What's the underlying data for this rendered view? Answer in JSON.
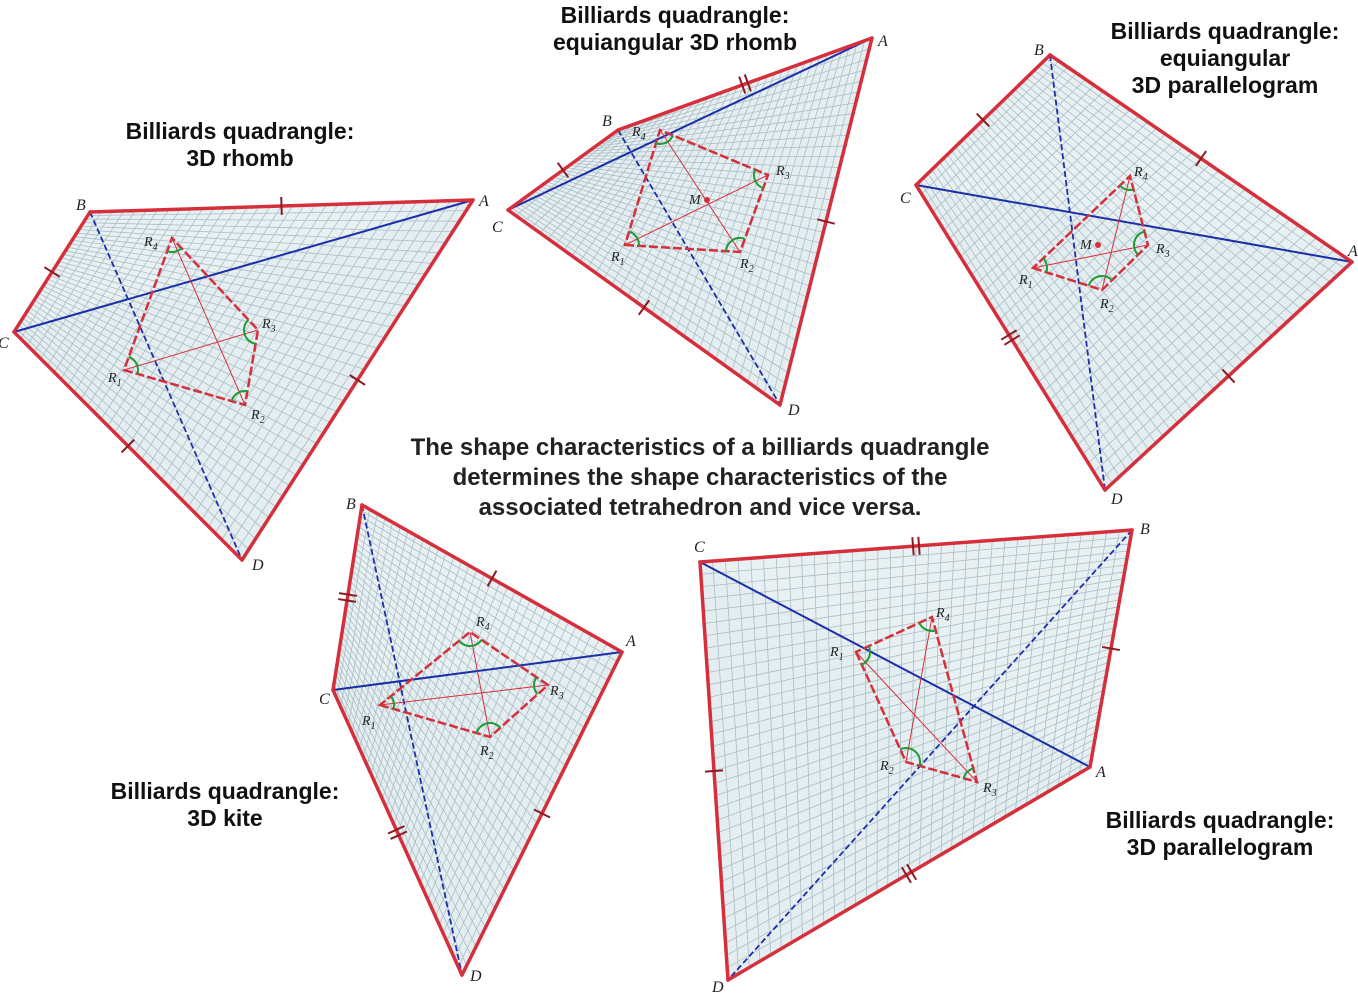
{
  "center_text": [
    "The shape characteristics of a billiards quadrangle",
    "determines the shape characteristics of the",
    "associated tetrahedron and vice versa."
  ],
  "colors": {
    "edge": "#d62f3c",
    "diagonal": "#1c2fa8",
    "mesh": "#9fb6c0",
    "fill": "#d6e3e8",
    "angle": "#1f9a35",
    "tick": "#8c1a22"
  },
  "figures": [
    {
      "id": "rhomb",
      "caption": [
        "Billiards quadrangle:",
        "3D rhomb"
      ],
      "vertices": [
        "A",
        "B",
        "C",
        "D"
      ],
      "quad_labels": [
        "R1",
        "R2",
        "R3",
        "R4"
      ],
      "center_label": ""
    },
    {
      "id": "equiangular-rhomb",
      "caption": [
        "Billiards quadrangle:",
        "equiangular 3D rhomb"
      ],
      "vertices": [
        "A",
        "B",
        "C",
        "D"
      ],
      "quad_labels": [
        "R1",
        "R2",
        "R3",
        "R4"
      ],
      "center_label": "M"
    },
    {
      "id": "equiangular-parallelogram",
      "caption": [
        "Billiards quadrangle:",
        "equiangular",
        "3D parallelogram"
      ],
      "vertices": [
        "A",
        "B",
        "C",
        "D"
      ],
      "quad_labels": [
        "R1",
        "R2",
        "R3",
        "R4"
      ],
      "center_label": "M"
    },
    {
      "id": "kite",
      "caption": [
        "Billiards quadrangle:",
        "3D kite"
      ],
      "vertices": [
        "A",
        "B",
        "C",
        "D"
      ],
      "quad_labels": [
        "R1",
        "R2",
        "R3",
        "R4"
      ],
      "center_label": ""
    },
    {
      "id": "parallelogram",
      "caption": [
        "Billiards quadrangle:",
        "3D parallelogram"
      ],
      "vertices": [
        "A",
        "B",
        "C",
        "D"
      ],
      "quad_labels": [
        "R1",
        "R2",
        "R3",
        "R4"
      ],
      "center_label": ""
    }
  ]
}
